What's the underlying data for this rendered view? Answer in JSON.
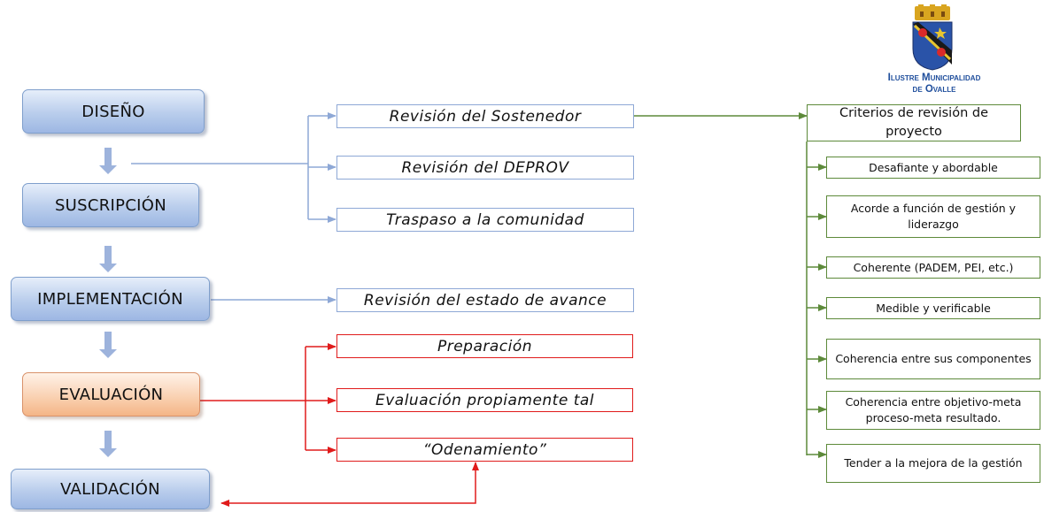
{
  "colors": {
    "blue_line": "#8ea8d6",
    "green_line": "#5d8a3a",
    "red_line": "#e01b1b",
    "step_blue": "#b9cdec",
    "step_orange": "#f9cfae"
  },
  "steps": [
    "DISEÑO",
    "SUSCRIPCIÓN",
    "IMPLEMENTACIÓN",
    "EVALUACIÓN",
    "VALIDACIÓN"
  ],
  "revision_items": [
    "Revisión del Sostenedor",
    "Revisión del DEPROV",
    "Traspaso a la comunidad"
  ],
  "implementation_item": "Revisión del estado de avance",
  "evaluation_items": [
    "Preparación",
    "Evaluación propiamente tal",
    "“Odenamiento”"
  ],
  "criteria_title": "Criterios de revisión de proyecto",
  "criteria": [
    "Desafiante y abordable",
    "Acorde a función de gestión y liderazgo",
    "Coherente (PADEM, PEI, etc.)",
    "Medible y verificable",
    "Coherencia entre sus componentes",
    "Coherencia entre objetivo-meta proceso-meta resultado.",
    "Tender a la mejora de la gestión"
  ],
  "logo": {
    "icon": "municipal-coat-of-arms-icon",
    "line1": "Ilustre Municipalidad",
    "line2": "de Ovalle"
  }
}
